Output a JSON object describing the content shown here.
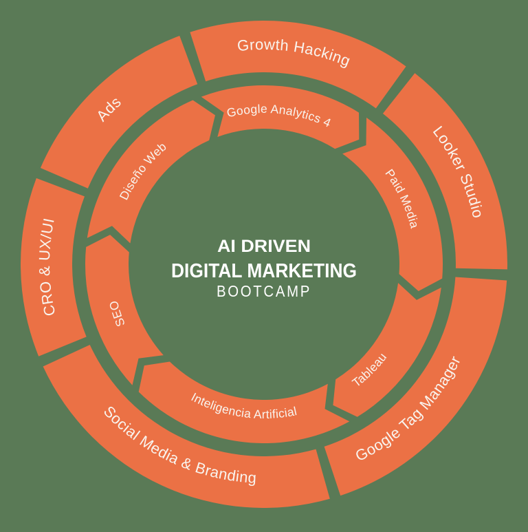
{
  "title": {
    "line1": "AI DRIVEN",
    "line2": "DIGITAL MARKETING",
    "line3": "BOOTCAMP"
  },
  "wheel": {
    "outer_segments": [
      "Growth Hacking",
      "Looker Studio",
      "Google Tag Manager",
      "Social Media & Branding",
      "CRO & UX/UI",
      "Ads"
    ],
    "inner_segments": [
      "Google Analytics 4",
      "Paid Media",
      "Tableau",
      "Inteligencia Artificial",
      "SEO",
      "Diseño Web"
    ]
  },
  "colors": {
    "background": "#5a7a56",
    "segment": "#eb7145",
    "label": "#f9f4ee",
    "center": "#ffffff"
  }
}
